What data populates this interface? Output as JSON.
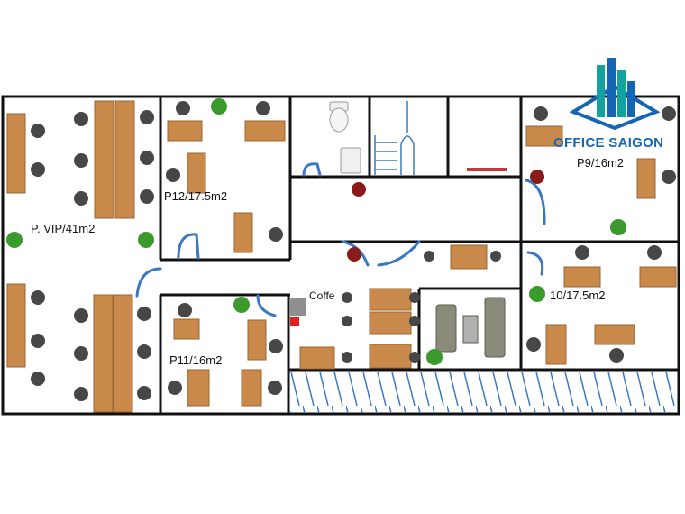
{
  "brand": {
    "name": "OFFICE SAIGON",
    "logo_icon": "building-logo-icon",
    "colors": {
      "primary": "#1565b5",
      "accent": "#12a3a0"
    }
  },
  "rooms": [
    {
      "id": "vip",
      "label": "P. VIP/41m2"
    },
    {
      "id": "p12",
      "label": "P12/17.5m2"
    },
    {
      "id": "p11",
      "label": "P11/16m2"
    },
    {
      "id": "p9",
      "label": "P9/16m2"
    },
    {
      "id": "p10",
      "label": "10/17.5m2"
    }
  ],
  "coffee": {
    "label": "Coffe"
  },
  "colors": {
    "wall": "#111111",
    "desk": "#c8894a",
    "door": "#3b78c4",
    "chair": "#474747",
    "plant": "#3b9a2c",
    "plant_red": "#8b1a1a",
    "sofa": "#8a8a7a"
  }
}
